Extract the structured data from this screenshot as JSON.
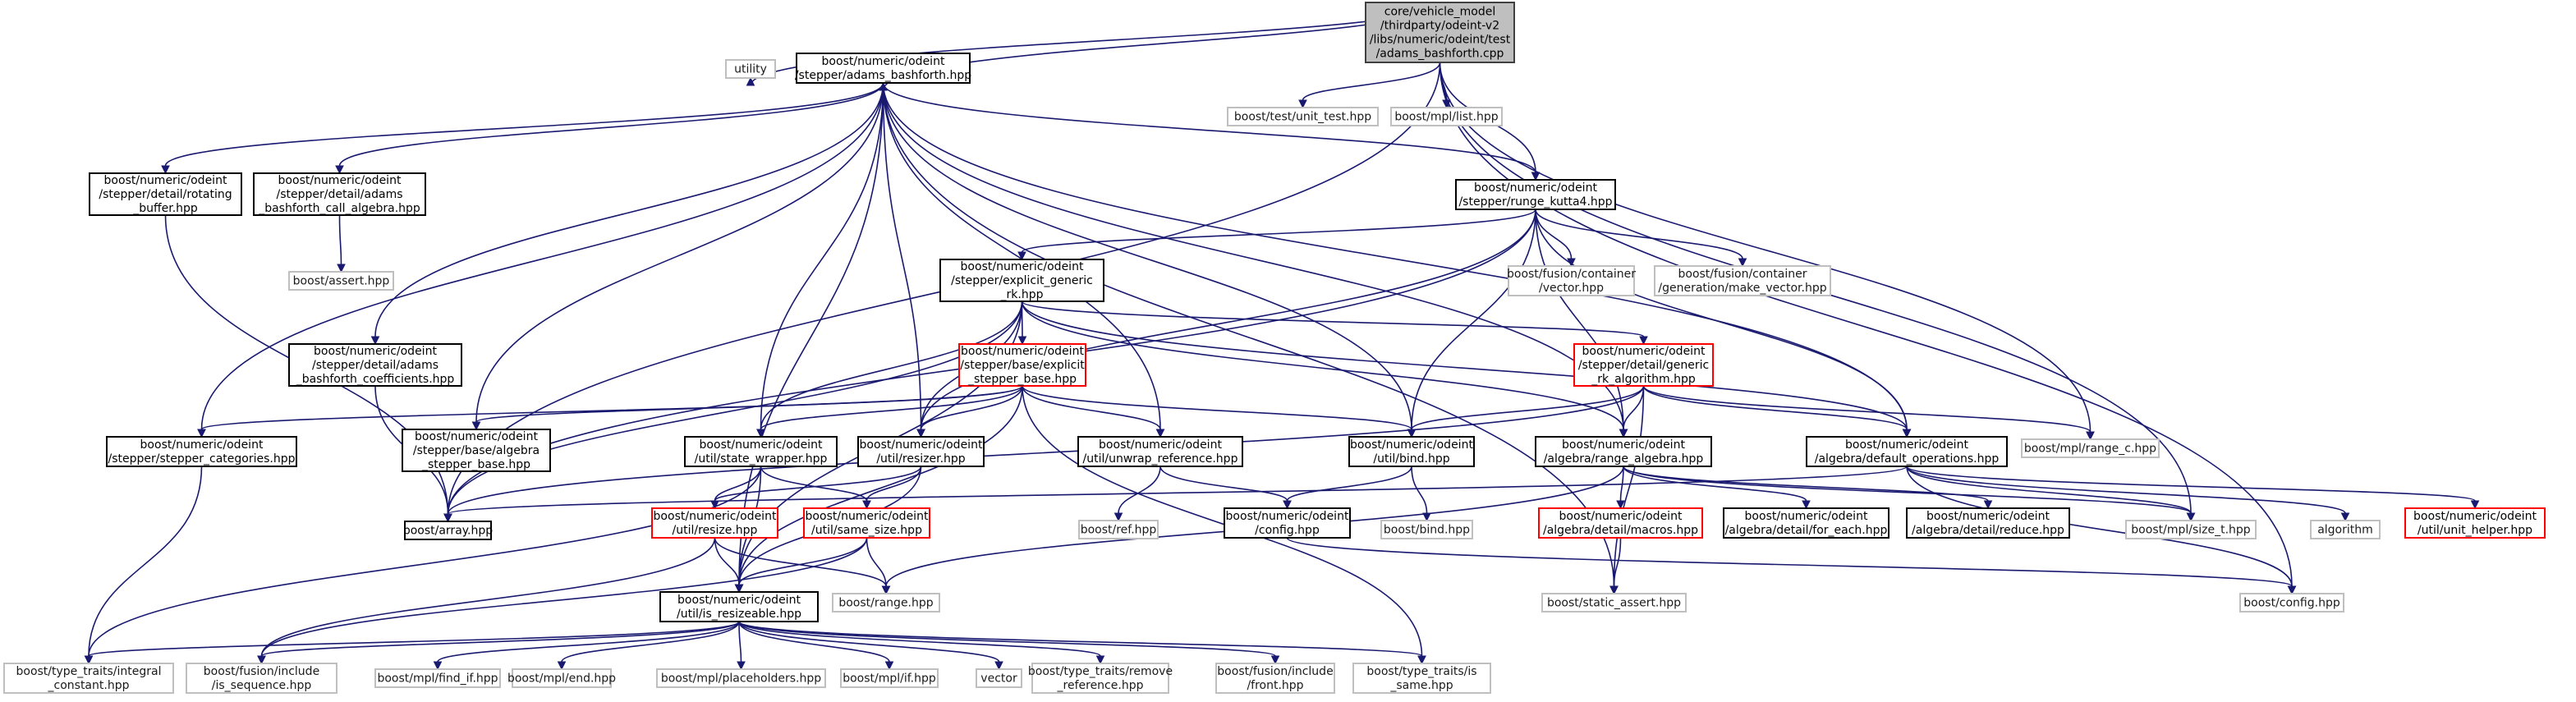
{
  "nodes": [
    {
      "id": "root",
      "lines": [
        "core/vehicle_model",
        "/thirdparty/odeint-v2",
        "/libs/numeric/odeint/test",
        "/adams_bashforth.cpp"
      ],
      "style": "root"
    },
    {
      "id": "array",
      "lines": [
        "boost/array.hpp"
      ],
      "style": "black"
    },
    {
      "id": "utility",
      "lines": [
        "utility"
      ],
      "style": "gray"
    },
    {
      "id": "ab",
      "lines": [
        "boost/numeric/odeint",
        "/stepper/adams_bashforth.hpp"
      ],
      "style": "black"
    },
    {
      "id": "unit_test",
      "lines": [
        "boost/test/unit_test.hpp"
      ],
      "style": "gray"
    },
    {
      "id": "mpl_list",
      "lines": [
        "boost/mpl/list.hpp"
      ],
      "style": "gray"
    },
    {
      "id": "rk4",
      "lines": [
        "boost/numeric/odeint",
        "/stepper/runge_kutta4.hpp"
      ],
      "style": "black"
    },
    {
      "id": "range_c",
      "lines": [
        "boost/mpl/range_c.hpp"
      ],
      "style": "gray"
    },
    {
      "id": "size_t",
      "lines": [
        "boost/mpl/size_t.hpp"
      ],
      "style": "gray"
    },
    {
      "id": "config",
      "lines": [
        "boost/config.hpp"
      ],
      "style": "gray"
    },
    {
      "id": "rot",
      "lines": [
        "boost/numeric/odeint",
        "/stepper/detail/rotating",
        "_buffer.hpp"
      ],
      "style": "black"
    },
    {
      "id": "abcall",
      "lines": [
        "boost/numeric/odeint",
        "/stepper/detail/adams",
        "_bashforth_call_algebra.hpp"
      ],
      "style": "black"
    },
    {
      "id": "assert",
      "lines": [
        "boost/assert.hpp"
      ],
      "style": "gray"
    },
    {
      "id": "abcoef",
      "lines": [
        "boost/numeric/odeint",
        "/stepper/detail/adams",
        "_bashforth_coefficients.hpp"
      ],
      "style": "black"
    },
    {
      "id": "cat",
      "lines": [
        "boost/numeric/odeint",
        "/stepper/stepper_categories.hpp"
      ],
      "style": "black"
    },
    {
      "id": "alg_base",
      "lines": [
        "boost/numeric/odeint",
        "/stepper/base/algebra",
        "_stepper_base.hpp"
      ],
      "style": "black"
    },
    {
      "id": "state_wrapper",
      "lines": [
        "boost/numeric/odeint",
        "/util/state_wrapper.hpp"
      ],
      "style": "black"
    },
    {
      "id": "resizer",
      "lines": [
        "boost/numeric/odeint",
        "/util/resizer.hpp"
      ],
      "style": "black"
    },
    {
      "id": "unwrap",
      "lines": [
        "boost/numeric/odeint",
        "/util/unwrap_reference.hpp"
      ],
      "style": "black"
    },
    {
      "id": "bind",
      "lines": [
        "boost/numeric/odeint",
        "/util/bind.hpp"
      ],
      "style": "black"
    },
    {
      "id": "range_alg",
      "lines": [
        "boost/numeric/odeint",
        "/algebra/range_algebra.hpp"
      ],
      "style": "black"
    },
    {
      "id": "default_ops",
      "lines": [
        "boost/numeric/odeint",
        "/algebra/default_operations.hpp"
      ],
      "style": "black"
    },
    {
      "id": "expl_gen",
      "lines": [
        "boost/numeric/odeint",
        "/stepper/explicit_generic",
        "_rk.hpp"
      ],
      "style": "black"
    },
    {
      "id": "fus_vec",
      "lines": [
        "boost/fusion/container",
        "/vector.hpp"
      ],
      "style": "gray"
    },
    {
      "id": "fus_make",
      "lines": [
        "boost/fusion/container",
        "/generation/make_vector.hpp"
      ],
      "style": "gray"
    },
    {
      "id": "expl_base",
      "lines": [
        "boost/numeric/odeint",
        "/stepper/base/explicit",
        "_stepper_base.hpp"
      ],
      "style": "red"
    },
    {
      "id": "gen_rk",
      "lines": [
        "boost/numeric/odeint",
        "/stepper/detail/generic",
        "_rk_algorithm.hpp"
      ],
      "style": "red"
    },
    {
      "id": "resize",
      "lines": [
        "boost/numeric/odeint",
        "/util/resize.hpp"
      ],
      "style": "red"
    },
    {
      "id": "same_size",
      "lines": [
        "boost/numeric/odeint",
        "/util/same_size.hpp"
      ],
      "style": "red"
    },
    {
      "id": "ref",
      "lines": [
        "boost/ref.hpp"
      ],
      "style": "gray"
    },
    {
      "id": "odeint_config",
      "lines": [
        "boost/numeric/odeint",
        "/config.hpp"
      ],
      "style": "black"
    },
    {
      "id": "bind_hpp",
      "lines": [
        "boost/bind.hpp"
      ],
      "style": "gray"
    },
    {
      "id": "macros",
      "lines": [
        "boost/numeric/odeint",
        "/algebra/detail/macros.hpp"
      ],
      "style": "red"
    },
    {
      "id": "for_each",
      "lines": [
        "boost/numeric/odeint",
        "/algebra/detail/for_each.hpp"
      ],
      "style": "black"
    },
    {
      "id": "reduce",
      "lines": [
        "boost/numeric/odeint",
        "/algebra/detail/reduce.hpp"
      ],
      "style": "black"
    },
    {
      "id": "algorithm",
      "lines": [
        "algorithm"
      ],
      "style": "gray"
    },
    {
      "id": "unit_helper",
      "lines": [
        "boost/numeric/odeint",
        "/util/unit_helper.hpp"
      ],
      "style": "red"
    },
    {
      "id": "is_resizeable",
      "lines": [
        "boost/numeric/odeint",
        "/util/is_resizeable.hpp"
      ],
      "style": "black"
    },
    {
      "id": "range_hpp",
      "lines": [
        "boost/range.hpp"
      ],
      "style": "gray"
    },
    {
      "id": "static_assert",
      "lines": [
        "boost/static_assert.hpp"
      ],
      "style": "gray"
    },
    {
      "id": "integral",
      "lines": [
        "boost/type_traits/integral",
        "_constant.hpp"
      ],
      "style": "gray"
    },
    {
      "id": "is_seq",
      "lines": [
        "boost/fusion/include",
        "/is_sequence.hpp"
      ],
      "style": "gray"
    },
    {
      "id": "find_if",
      "lines": [
        "boost/mpl/find_if.hpp"
      ],
      "style": "gray"
    },
    {
      "id": "mpl_end",
      "lines": [
        "boost/mpl/end.hpp"
      ],
      "style": "gray"
    },
    {
      "id": "placeholders",
      "lines": [
        "boost/mpl/placeholders.hpp"
      ],
      "style": "gray"
    },
    {
      "id": "mpl_if",
      "lines": [
        "boost/mpl/if.hpp"
      ],
      "style": "gray"
    },
    {
      "id": "vector",
      "lines": [
        "vector"
      ],
      "style": "gray"
    },
    {
      "id": "remove_ref",
      "lines": [
        "boost/type_traits/remove",
        "_reference.hpp"
      ],
      "style": "gray"
    },
    {
      "id": "fus_front",
      "lines": [
        "boost/fusion/include",
        "/front.hpp"
      ],
      "style": "gray"
    },
    {
      "id": "is_same",
      "lines": [
        "boost/type_traits/is",
        "_same.hpp"
      ],
      "style": "gray"
    }
  ],
  "edges": [
    [
      "root",
      "array"
    ],
    [
      "root",
      "utility"
    ],
    [
      "root",
      "ab"
    ],
    [
      "root",
      "unit_test"
    ],
    [
      "root",
      "mpl_list"
    ],
    [
      "root",
      "rk4"
    ],
    [
      "root",
      "range_c"
    ],
    [
      "root",
      "size_t"
    ],
    [
      "root",
      "config"
    ],
    [
      "ab",
      "rot"
    ],
    [
      "ab",
      "abcall"
    ],
    [
      "ab",
      "abcoef"
    ],
    [
      "ab",
      "cat"
    ],
    [
      "ab",
      "alg_base"
    ],
    [
      "ab",
      "state_wrapper"
    ],
    [
      "ab",
      "resizer"
    ],
    [
      "ab",
      "unwrap"
    ],
    [
      "ab",
      "bind"
    ],
    [
      "ab",
      "range_alg"
    ],
    [
      "ab",
      "default_ops"
    ],
    [
      "ab",
      "is_resizeable"
    ],
    [
      "ab",
      "static_assert"
    ],
    [
      "ab",
      "rk4"
    ],
    [
      "rot",
      "array"
    ],
    [
      "abcall",
      "assert"
    ],
    [
      "abcoef",
      "array"
    ],
    [
      "cat",
      "integral"
    ],
    [
      "rk4",
      "expl_gen"
    ],
    [
      "rk4",
      "fus_vec"
    ],
    [
      "rk4",
      "fus_make"
    ],
    [
      "rk4",
      "resizer"
    ],
    [
      "rk4",
      "array"
    ],
    [
      "rk4",
      "range_alg"
    ],
    [
      "rk4",
      "default_ops"
    ],
    [
      "rk4",
      "bind"
    ],
    [
      "expl_gen",
      "expl_base"
    ],
    [
      "expl_gen",
      "gen_rk"
    ],
    [
      "expl_gen",
      "array"
    ],
    [
      "expl_gen",
      "state_wrapper"
    ],
    [
      "expl_gen",
      "resizer"
    ],
    [
      "expl_gen",
      "is_resizeable"
    ],
    [
      "expl_gen",
      "range_alg"
    ],
    [
      "expl_gen",
      "default_ops"
    ],
    [
      "expl_base",
      "cat"
    ],
    [
      "expl_base",
      "alg_base"
    ],
    [
      "expl_base",
      "state_wrapper"
    ],
    [
      "expl_base",
      "resizer"
    ],
    [
      "expl_base",
      "unwrap"
    ],
    [
      "expl_base",
      "bind"
    ],
    [
      "expl_base",
      "is_resizeable"
    ],
    [
      "expl_base",
      "is_same"
    ],
    [
      "gen_rk",
      "bind"
    ],
    [
      "gen_rk",
      "range_alg"
    ],
    [
      "gen_rk",
      "default_ops"
    ],
    [
      "gen_rk",
      "range_c"
    ],
    [
      "gen_rk",
      "array"
    ],
    [
      "gen_rk",
      "static_assert"
    ],
    [
      "state_wrapper",
      "resize"
    ],
    [
      "state_wrapper",
      "same_size"
    ],
    [
      "state_wrapper",
      "is_resizeable"
    ],
    [
      "state_wrapper",
      "integral"
    ],
    [
      "resizer",
      "resize"
    ],
    [
      "resizer",
      "same_size"
    ],
    [
      "resizer",
      "is_resizeable"
    ],
    [
      "unwrap",
      "odeint_config"
    ],
    [
      "unwrap",
      "ref"
    ],
    [
      "bind",
      "odeint_config"
    ],
    [
      "bind",
      "bind_hpp"
    ],
    [
      "range_alg",
      "macros"
    ],
    [
      "range_alg",
      "for_each"
    ],
    [
      "range_alg",
      "reduce"
    ],
    [
      "range_alg",
      "range_hpp"
    ],
    [
      "range_alg",
      "size_t"
    ],
    [
      "default_ops",
      "array"
    ],
    [
      "default_ops",
      "size_t"
    ],
    [
      "default_ops",
      "algorithm"
    ],
    [
      "default_ops",
      "unit_helper"
    ],
    [
      "default_ops",
      "config"
    ],
    [
      "resize",
      "is_resizeable"
    ],
    [
      "resize",
      "range_hpp"
    ],
    [
      "resize",
      "is_seq"
    ],
    [
      "same_size",
      "is_resizeable"
    ],
    [
      "same_size",
      "range_hpp"
    ],
    [
      "same_size",
      "is_seq"
    ],
    [
      "macros",
      "static_assert"
    ],
    [
      "odeint_config",
      "config"
    ],
    [
      "is_resizeable",
      "integral"
    ],
    [
      "is_resizeable",
      "is_seq"
    ],
    [
      "is_resizeable",
      "find_if"
    ],
    [
      "is_resizeable",
      "mpl_end"
    ],
    [
      "is_resizeable",
      "placeholders"
    ],
    [
      "is_resizeable",
      "mpl_if"
    ],
    [
      "is_resizeable",
      "vector"
    ],
    [
      "is_resizeable",
      "remove_ref"
    ],
    [
      "is_resizeable",
      "fus_front"
    ],
    [
      "is_resizeable",
      "is_same"
    ]
  ],
  "colors": {
    "edge": "#191970",
    "black_border": "#000000",
    "gray_border": "#bfbfbf",
    "red_border": "#ff0000",
    "root_fill": "#bfbfbf"
  }
}
